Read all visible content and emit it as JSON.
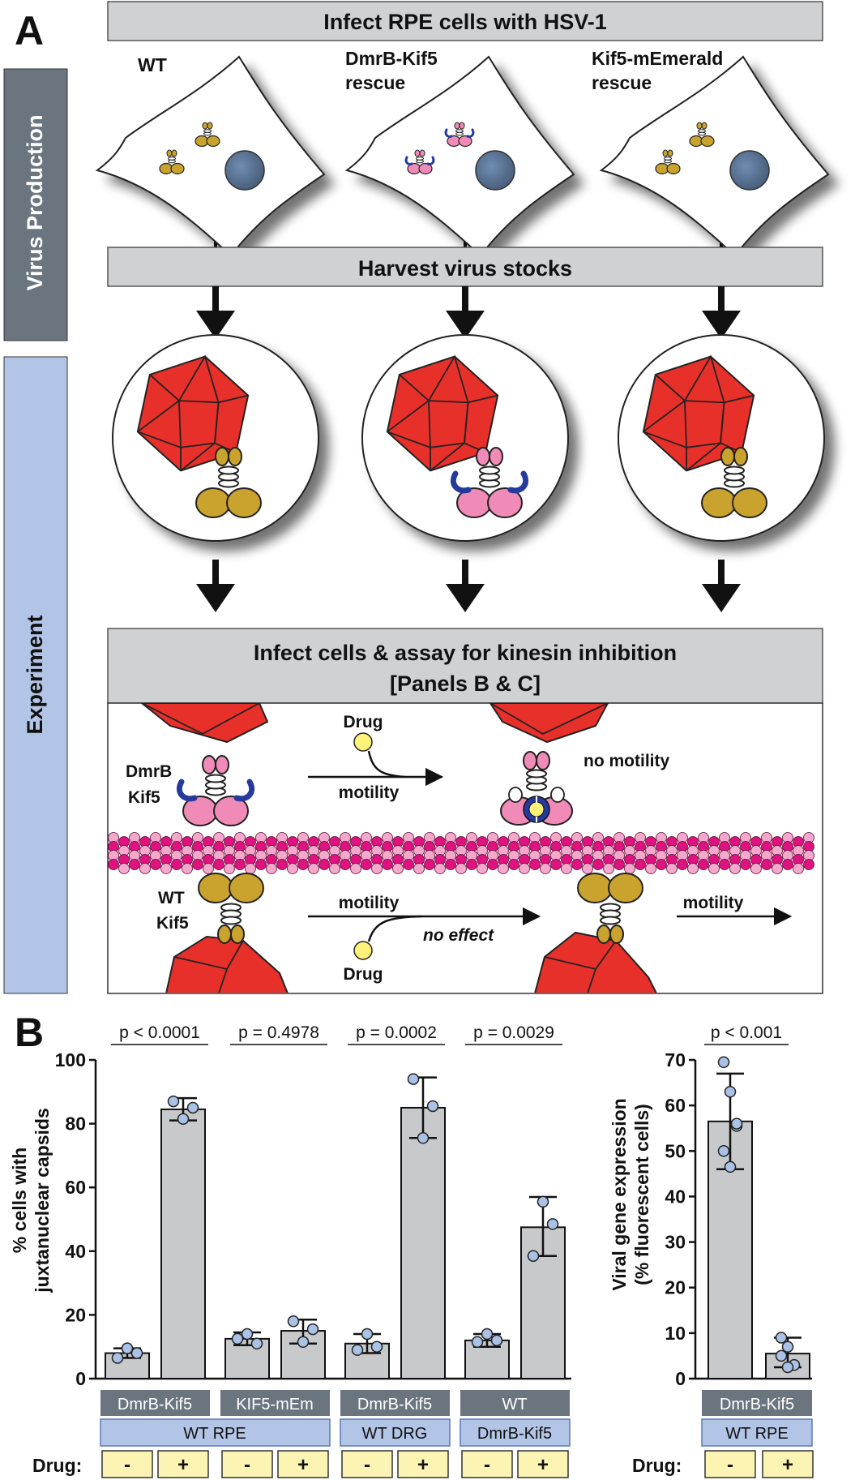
{
  "panel_a": {
    "letter": "A",
    "side_production": "Virus Production",
    "side_experiment": "Experiment",
    "top_banner": "Infect RPE cells with HSV-1",
    "cell_labels": [
      {
        "line1": "WT",
        "line2": ""
      },
      {
        "line1": "DmrB-Kif5",
        "line2": "rescue"
      },
      {
        "line1": "Kif5-mEmerald",
        "line2": "rescue"
      }
    ],
    "harvest_banner": "Harvest virus stocks",
    "assay_banner_line1": "Infect cells & assay for kinesin inhibition",
    "assay_banner_line2": "[Panels B & C]",
    "schematic": {
      "dmrb_label_1": "DmrB",
      "dmrb_label_2": "Kif5",
      "drug_top": "Drug",
      "motility_top": "motility",
      "no_motility": "no motility",
      "wt_label_1": "WT",
      "wt_label_2": "Kif5",
      "motility_bottom": "motility",
      "no_effect": "no effect",
      "drug_bottom": "Drug",
      "motility_right": "motility"
    },
    "colors": {
      "gray_box": "#d0d1d2",
      "production_side": "#6b7580",
      "experiment_side": "#b3c5e7",
      "capsid": "#e8302a",
      "kif5_wt": "#c9a32d",
      "kif5_dmrb": "#f08bb8",
      "microtubule": "#e0127f"
    }
  },
  "panel_b": {
    "letter": "B",
    "ylabel_line1": "% cells with",
    "ylabel_line2": "juxtanuclear capsids",
    "right_ylabel_line1": "Viral gene expression",
    "right_ylabel_line2": "(% fluorescent cells)",
    "drug_label": "Drug:",
    "left_groups": [
      {
        "virus": "DmrB-Kif5",
        "p": "p < 0.0001"
      },
      {
        "virus": "KIF5-mEm",
        "p": "p = 0.4978"
      },
      {
        "virus": "DmrB-Kif5",
        "p": "p = 0.0002"
      },
      {
        "virus": "WT",
        "p": "p = 0.0029"
      }
    ],
    "left_cells": [
      "WT RPE",
      "WT DRG",
      "DmrB-Kif5"
    ],
    "right_group": {
      "virus": "DmrB-Kif5",
      "cells": "WT RPE",
      "p": "p < 0.001"
    },
    "drug_signs": [
      "-",
      "+"
    ]
  },
  "chart_data": [
    {
      "type": "bar",
      "title": "",
      "xlabel": "",
      "ylabel": "% cells with juxtanuclear capsids",
      "ylim": [
        0,
        100
      ],
      "yticks": [
        0,
        20,
        40,
        60,
        80,
        100
      ],
      "categories": [
        "DmrB-Kif5 / WT RPE -",
        "DmrB-Kif5 / WT RPE +",
        "KIF5-mEm / WT RPE -",
        "KIF5-mEm / WT RPE +",
        "DmrB-Kif5 / WT DRG -",
        "DmrB-Kif5 / WT DRG +",
        "WT / DmrB-Kif5 -",
        "WT / DmrB-Kif5 +"
      ],
      "values": [
        8,
        84.5,
        12.5,
        15,
        11,
        85,
        12,
        47.5
      ],
      "error": [
        [
          6.5,
          9.5
        ],
        [
          81,
          88
        ],
        [
          10.5,
          14.5
        ],
        [
          11,
          18.5
        ],
        [
          8,
          14
        ],
        [
          75.5,
          94.5
        ],
        [
          10,
          14
        ],
        [
          38.5,
          57
        ]
      ],
      "points": [
        [
          6.5,
          9.5,
          8
        ],
        [
          87,
          81.5,
          85
        ],
        [
          12.5,
          14,
          11
        ],
        [
          18,
          11.5,
          15.5
        ],
        [
          9,
          14,
          10
        ],
        [
          94,
          75.5,
          85.5
        ],
        [
          11.5,
          14,
          12
        ],
        [
          38.5,
          55.5,
          48.5
        ]
      ],
      "grid": false
    },
    {
      "type": "bar",
      "title": "",
      "xlabel": "",
      "ylabel": "Viral gene expression (% fluorescent cells)",
      "ylim": [
        0,
        70
      ],
      "yticks": [
        0,
        10,
        20,
        30,
        40,
        50,
        60,
        70
      ],
      "categories": [
        "DmrB-Kif5 / WT RPE -",
        "DmrB-Kif5 / WT RPE +"
      ],
      "values": [
        56.5,
        5.5
      ],
      "error": [
        [
          46,
          67
        ],
        [
          2.5,
          9
        ]
      ],
      "points": [
        [
          69.5,
          63,
          55.5,
          50,
          46.5,
          56
        ],
        [
          9,
          7,
          3,
          5,
          2.5
        ]
      ],
      "grid": false
    }
  ]
}
